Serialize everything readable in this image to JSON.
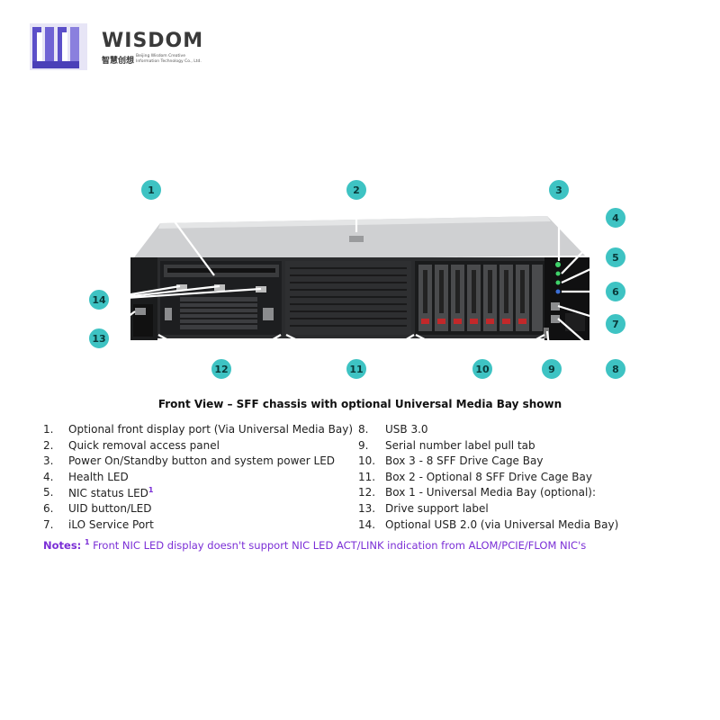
{
  "logo": {
    "name": "WISDOM",
    "chinese": "智慧创想",
    "subtitle_line1": "Beijing Wisdom Creative",
    "subtitle_line2": "Information Technology Co., Ltd."
  },
  "callouts": [
    "1",
    "2",
    "3",
    "4",
    "5",
    "6",
    "7",
    "8",
    "9",
    "10",
    "11",
    "12",
    "13",
    "14"
  ],
  "caption": "Front View – SFF chassis with optional Universal Media Bay shown",
  "legend_left": [
    {
      "num": "1.",
      "text": "Optional front display port (Via Universal Media Bay)"
    },
    {
      "num": "2.",
      "text": "Quick removal access panel"
    },
    {
      "num": "3.",
      "text": "Power On/Standby button and system power LED"
    },
    {
      "num": "4.",
      "text": "Health LED"
    },
    {
      "num": "5.",
      "text": "NIC status LED",
      "sup": "1"
    },
    {
      "num": "6.",
      "text": "UID button/LED"
    },
    {
      "num": "7.",
      "text": "iLO Service Port"
    }
  ],
  "legend_right": [
    {
      "num": "8.",
      "text": "USB 3.0"
    },
    {
      "num": "9.",
      "text": "Serial number label pull tab"
    },
    {
      "num": "10.",
      "text": "Box 3 - 8 SFF Drive Cage Bay"
    },
    {
      "num": "11.",
      "text": "Box 2 - Optional 8 SFF Drive Cage Bay"
    },
    {
      "num": "12.",
      "text": "Box 1 - Universal Media Bay (optional):"
    },
    {
      "num": "13.",
      "text": "Drive support label"
    },
    {
      "num": "14.",
      "text": "Optional USB 2.0 (via Universal Media Bay)"
    }
  ],
  "notes": {
    "label": "Notes:",
    "sup": "1",
    "text": "Front NIC LED display doesn't support NIC LED ACT/LINK indication from ALOM/PCIE/FLOM NIC's"
  },
  "colors": {
    "callout_fill": "#3ec3c3",
    "callout_stroke": "#ffffff",
    "line": "#ffffff",
    "accent": "#7b2fd6",
    "logo_purple": "#5b4fc9"
  }
}
